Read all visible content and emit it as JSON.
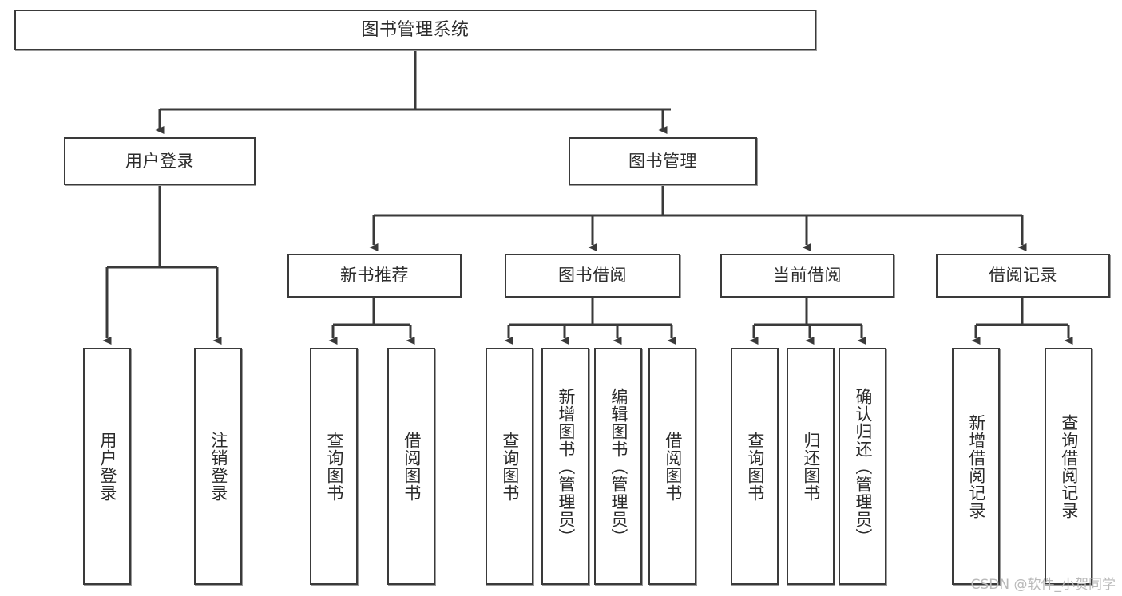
{
  "diagram": {
    "title": "图书管理系统",
    "type": "tree-hierarchy-chart",
    "stroke_color": "#3a3a3a",
    "text_color": "#2b2b2b",
    "background_color": "#ffffff",
    "nodes": {
      "root": {
        "label": "图书管理系统"
      },
      "level2": [
        {
          "id": "user-login",
          "label": "用户登录"
        },
        {
          "id": "book-manage",
          "label": "图书管理"
        }
      ],
      "level3": [
        {
          "id": "new-book-recommend",
          "label": "新书推荐"
        },
        {
          "id": "book-borrow",
          "label": "图书借阅"
        },
        {
          "id": "current-borrow",
          "label": "当前借阅"
        },
        {
          "id": "borrow-record",
          "label": "借阅记录"
        }
      ],
      "leaves": {
        "user-login": [
          {
            "id": "leaf-user-login",
            "label": "用户登录"
          },
          {
            "id": "leaf-user-logout",
            "label": "注销登录"
          }
        ],
        "new-book-recommend": [
          {
            "id": "leaf-query-book-1",
            "label": "查询图书"
          },
          {
            "id": "leaf-borrow-book-1",
            "label": "借阅图书"
          }
        ],
        "book-borrow": [
          {
            "id": "leaf-query-book-2",
            "label": "查询图书"
          },
          {
            "id": "leaf-add-book",
            "label": "新增图书（管理员）"
          },
          {
            "id": "leaf-edit-book",
            "label": "编辑图书（管理员）"
          },
          {
            "id": "leaf-borrow-book-2",
            "label": "借阅图书"
          }
        ],
        "current-borrow": [
          {
            "id": "leaf-query-book-3",
            "label": "查询图书"
          },
          {
            "id": "leaf-return-book",
            "label": "归还图书"
          },
          {
            "id": "leaf-confirm-return",
            "label": "确认归还（管理员）"
          }
        ],
        "borrow-record": [
          {
            "id": "leaf-add-record",
            "label": "新增借阅记录"
          },
          {
            "id": "leaf-query-record",
            "label": "查询借阅记录"
          }
        ]
      }
    }
  },
  "watermark": {
    "text": "CSDN @软件_小贺同学"
  }
}
